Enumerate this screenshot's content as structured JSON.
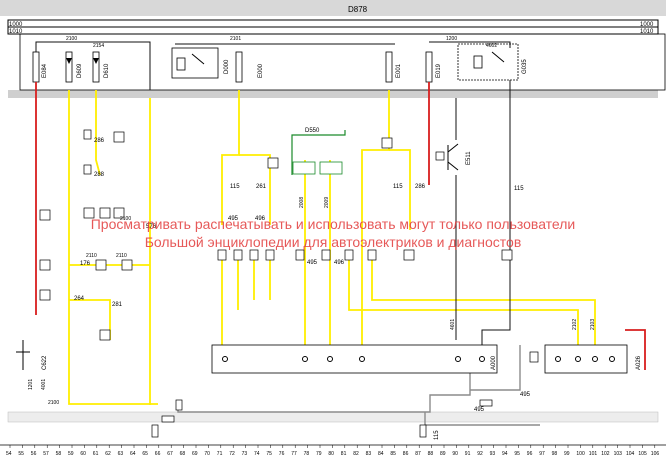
{
  "header": {
    "block_label": "D878",
    "bus_labels": [
      "1000",
      "1010"
    ]
  },
  "fuses": [
    "E084",
    "D609",
    "D610",
    "D000",
    "E000",
    "E001",
    "E019",
    "G035"
  ],
  "relays": [
    "E511",
    "D550"
  ],
  "wire_ids": [
    "2100",
    "2154",
    "2101",
    "2110",
    "4602",
    "1200",
    "4601",
    "2102",
    "2103",
    "2008",
    "2009",
    "1201",
    "4001"
  ],
  "components": [
    "A000",
    "A026",
    "C622"
  ],
  "ground_points": [
    "115",
    "176",
    "261",
    "264",
    "281",
    "286",
    "288",
    "495",
    "496",
    "576"
  ],
  "scale_numbers": [
    "54",
    "55",
    "56",
    "57",
    "58",
    "59",
    "60",
    "61",
    "62",
    "63",
    "64",
    "65",
    "66",
    "67",
    "68",
    "69",
    "70",
    "71",
    "72",
    "73",
    "74",
    "75",
    "76",
    "77",
    "78",
    "79",
    "80",
    "81",
    "82",
    "83",
    "84",
    "85",
    "86",
    "87",
    "88",
    "89",
    "90",
    "91",
    "92",
    "93",
    "94",
    "95",
    "96",
    "97",
    "98",
    "99",
    "100",
    "101",
    "102",
    "103",
    "104",
    "105",
    "106"
  ],
  "watermark": {
    "line1": "Просматривать распечатывать и использовать могут только пользователи",
    "line2": "Большой энциклопедии для автоэлектриков и диагностов"
  },
  "colors": {
    "wire_yellow": "#ffee00",
    "wire_red": "#d81e1e",
    "wire_green": "#1a8a2a",
    "wire_black": "#111111",
    "wire_gray": "#8c8c8c",
    "header_gray": "#cfcfcf",
    "watermark": "#e23c3c"
  }
}
